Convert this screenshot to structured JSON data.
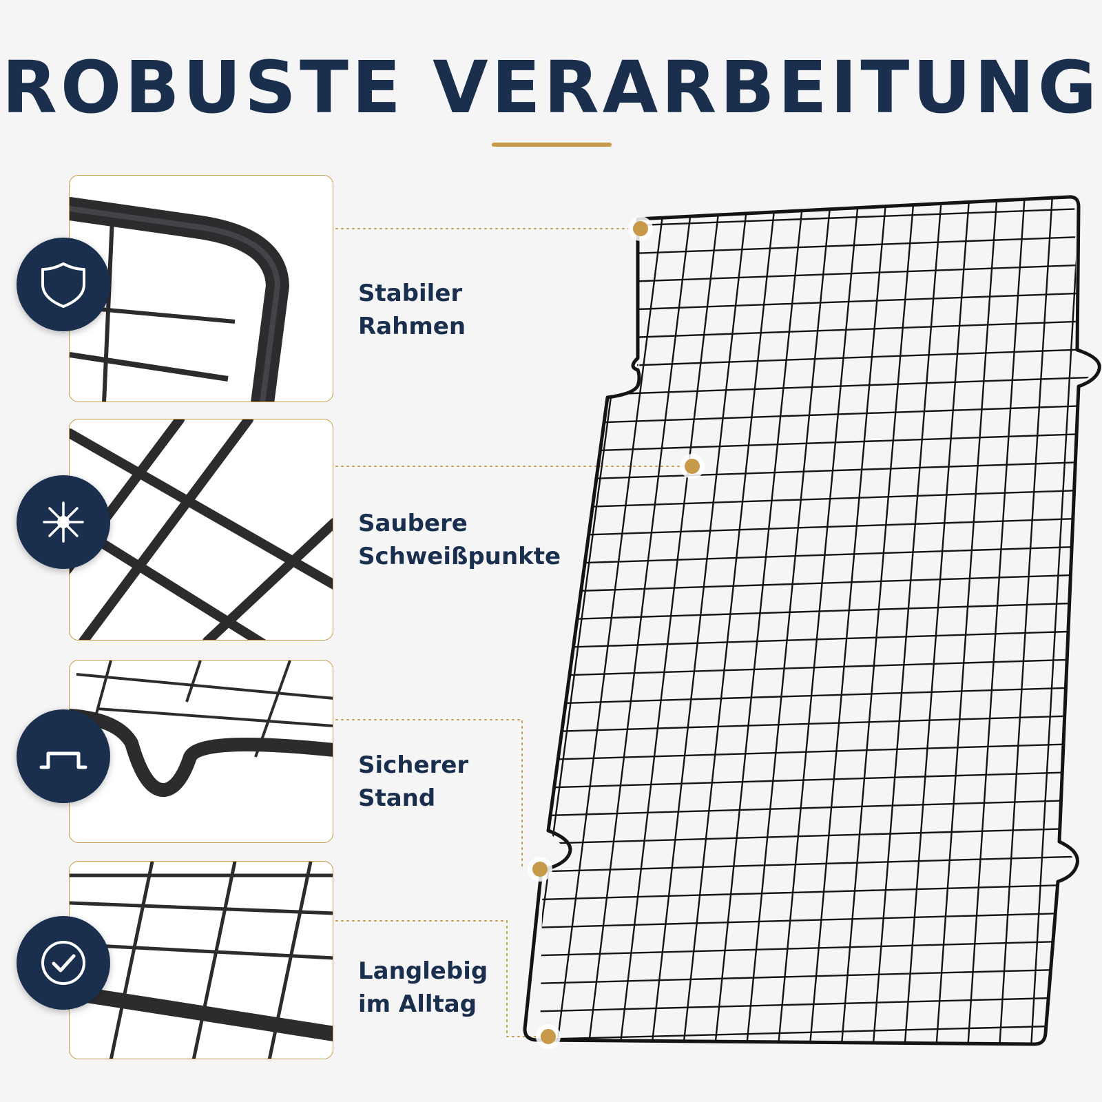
{
  "headline": "ROBUSTE VERARBEITUNG",
  "colors": {
    "navy": "#1a2e4e",
    "gold": "#c69a48",
    "background": "#f5f5f6",
    "wire": "#141414"
  },
  "features": [
    {
      "line1": "Stabiler",
      "line2": "Rahmen",
      "icon": "shield-icon"
    },
    {
      "line1": "Saubere",
      "line2": "Schweißpunkte",
      "icon": "weld-spark-icon"
    },
    {
      "line1": "Sicherer",
      "line2": "Stand",
      "icon": "rack-foot-icon"
    },
    {
      "line1": "Langlebig",
      "line2": "im Alltag",
      "icon": "check-circle-icon"
    }
  ]
}
